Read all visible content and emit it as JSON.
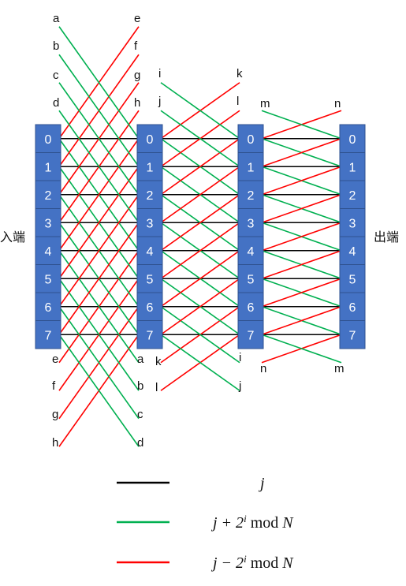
{
  "side_labels": {
    "input": "入端",
    "output": "出端"
  },
  "columns": [
    {
      "cells": [
        "0",
        "1",
        "2",
        "3",
        "4",
        "5",
        "6",
        "7"
      ]
    },
    {
      "cells": [
        "0",
        "1",
        "2",
        "3",
        "4",
        "5",
        "6",
        "7"
      ]
    },
    {
      "cells": [
        "0",
        "1",
        "2",
        "3",
        "4",
        "5",
        "6",
        "7"
      ]
    },
    {
      "cells": [
        "0",
        "1",
        "2",
        "3",
        "4",
        "5",
        "6",
        "7"
      ]
    }
  ],
  "stage_labels": {
    "stage1_top_left": [
      "a",
      "b",
      "c",
      "d"
    ],
    "stage1_top_right": [
      "e",
      "f",
      "g",
      "h"
    ],
    "stage1_bottom_left": [
      "e",
      "f",
      "g",
      "h"
    ],
    "stage1_bottom_right": [
      "a",
      "b",
      "c",
      "d"
    ],
    "stage2_top_left": [
      "i",
      "j"
    ],
    "stage2_top_right": [
      "k",
      "l"
    ],
    "stage2_bottom_left": [
      "k",
      "l"
    ],
    "stage2_bottom_right": [
      "i",
      "j"
    ],
    "stage3_top_left": [
      "m"
    ],
    "stage3_top_right": [
      "n"
    ],
    "stage3_bottom_left": [
      "n"
    ],
    "stage3_bottom_right": [
      "m"
    ]
  },
  "legend": [
    {
      "color": "#000000",
      "label": "j"
    },
    {
      "color": "#00b050",
      "label": "j + 2^i mod N"
    },
    {
      "color": "#ff0000",
      "label": "j − 2^i mod N"
    }
  ],
  "colors": {
    "cell": "#4472c4",
    "cell_border": "#2f528f",
    "black": "#000000",
    "green": "#00b050",
    "red": "#ff0000"
  }
}
